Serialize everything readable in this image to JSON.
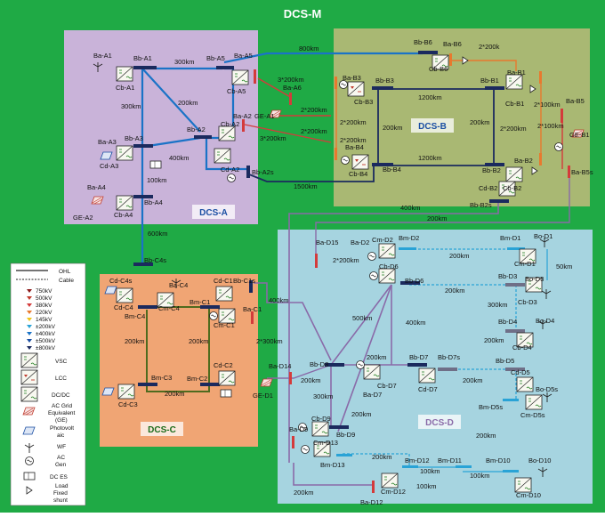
{
  "title": "DCS-M",
  "zones": {
    "a": "DCS-A",
    "b": "DCS-B",
    "c": "DCS-C",
    "d": "DCS-D"
  },
  "legend": {
    "ohl": "OHL",
    "cable": "Cable",
    "v750": "750kV",
    "v500": "500kV",
    "v380": "380kV",
    "v220": "220kV",
    "v145": "145kV",
    "p200": "±200kV",
    "p400": "±400kV",
    "p500": "±500kV",
    "p800": "±800kV",
    "vsc": "VSC",
    "lcc": "LCC",
    "dcdc": "DC/DC",
    "ac_grid_1": "AC Grid",
    "ac_grid_2": "Equivalent",
    "ac_grid_3": "(GE)",
    "pv_1": "Photovolt",
    "pv_2": "aic",
    "wf": "WF",
    "acgen_1": "AC",
    "acgen_2": "Gen",
    "dces": "DC ES",
    "load_1": "Load",
    "load_2": "Fixed",
    "load_3": "shunt"
  },
  "distances": {
    "a_300_top": "300km",
    "a_300_left": "300km",
    "a_200": "200km",
    "a_400": "400km",
    "a_100": "100km",
    "a_600": "600km",
    "m_800": "800km",
    "m_1500": "1500km",
    "m_400": "400km",
    "m_200": "200km",
    "m_400_cd": "400km",
    "m_3x200": "3*200km",
    "m_2x200_a": "2*200km",
    "m_2x200_b": "2*200km",
    "m_3x200_b": "3*200km",
    "b_1200_top": "1200km",
    "b_1200_bot": "1200km",
    "b_200_l": "200km",
    "b_200_r": "200km",
    "b_2x200_l1": "2*200km",
    "b_2x200_l2": "2*200km",
    "b_2x200_r": "2*200km",
    "b_2x200_top": "2*200k",
    "b_2x100_1": "2*100km",
    "b_2x100_2": "2*100km",
    "c_200_l": "200km",
    "c_200_r": "200km",
    "c_200_b": "200km",
    "c_2x300": "2*300km",
    "d_2x200": "2*200km",
    "d_200_1": "200km",
    "d_200_2": "200km",
    "d_200_3": "200km",
    "d_200_4": "200km",
    "d_200_5": "200km",
    "d_200_6": "200km",
    "d_200_7": "200km",
    "d_200_8": "200km",
    "d_200_9": "200km",
    "d_300_1": "300km",
    "d_300_2": "300km",
    "d_400": "400km",
    "d_500": "500km",
    "d_50": "50km",
    "d_100_1": "100km",
    "d_100_2": "100km",
    "d_100_3": "100km",
    "d_200_10": "200km"
  },
  "nodes": {
    "ba_a1": "Ba-A1",
    "bb_a1": "Bb-A1",
    "cb_a1": "Cb-A1",
    "bb_a5": "Bb-A5",
    "ba_a5": "Ba-A5",
    "cb_a5": "Cb-A5",
    "ba_a6": "Ba-A6",
    "ge_a1": "GE-A1",
    "ba_a2": "Ba-A2",
    "bb_a2": "Bb-A2",
    "cb_a2": "Cb-A2",
    "cd_a2": "Cd-A2",
    "bb_a2s": "Bb-A2s",
    "ba_a3": "Ba-A3",
    "bb_a3": "Bb-A3",
    "cd_a3": "Cd-A3",
    "ba_a4": "Ba-A4",
    "cb_a4": "Cb-A4",
    "bb_a4": "Bb-A4",
    "ge_a2": "GE-A2",
    "bb_c4s": "Bb-C4s",
    "bb_b6": "Bb-B6",
    "ba_b6": "Ba-B6",
    "cb_b6": "Cb-B6",
    "ba_b3": "Ba-B3",
    "bb_b3": "Bb-B3",
    "cb_b3": "Cb-B3",
    "ba_b4": "Ba-B4",
    "cb_b4": "Cb-B4",
    "bb_b4": "Bb-B4",
    "bb_b1": "Bb-B1",
    "ba_b1": "Ba-B1",
    "cb_b1": "Cb-B1",
    "ba_b5": "Ba-B5",
    "ge_b1": "GE-B1",
    "ba_b5s": "Ba-B5s",
    "bb_b2": "Bb-B2",
    "ba_b2": "Ba-B2",
    "cb_b2": "Cb-B2",
    "cd_b2": "Cd-B2",
    "bb_b2s": "Bb-B2s",
    "cd_c4s": "Cd-C4s",
    "cd_c4": "Cd-C4",
    "ba_c4": "Ba-C4",
    "cm_c4": "Cm-C4",
    "bm_c4": "Bm-C4",
    "cd_c1": "Cd-C1",
    "bb_c1s": "Bb-C1s",
    "bm_c1": "Bm-C1",
    "ba_c1": "Ba-C1",
    "cm_c1": "Cm-C1",
    "bm_c3": "Bm-C3",
    "cd_c3": "Cd-C3",
    "bm_c2": "Bm-C2",
    "cd_c2": "Cd-C2",
    "ba_d15": "Ba-D15",
    "ba_d2": "Ba-D2",
    "cm_d2": "Cm-D2",
    "bm_d2": "Bm-D2",
    "cb_d6": "Cb-D6",
    "bb_d6": "Bb-D6",
    "bm_d1": "Bm-D1",
    "bo_d1": "Bo-D1",
    "cm_d1": "Cm-D1",
    "bb_d3": "Bb-D3",
    "bo_d3": "Bo-D3",
    "cb_d3": "Cb-D3",
    "bb_d4": "Bb-D4",
    "bo_d4": "Bo-D4",
    "cb_d4": "Cb-D4",
    "bb_d5": "Bb-D5",
    "cd_d5": "Cd-D5",
    "ba_d14": "Ba-D14",
    "ge_d1": "GE-D1",
    "bb_d8": "Bb-D8",
    "cb_d7": "Cb-D7",
    "ba_d7": "Ba-D7",
    "bb_d7": "Bb-D7",
    "bb_d7s": "Bb-D7s",
    "cd_d7": "Cd-D7",
    "bm_d5s": "Bm-D5s",
    "cm_d5s": "Cm-D5s",
    "bo_d5s": "Bo-D5s",
    "cb_d9": "Cb-D9",
    "ba_d9": "Ba-D9",
    "bb_d9": "Bb-D9",
    "cm_d13": "Cm-D13",
    "bm_d13": "Bm-D13",
    "bm_d12": "Bm-D12",
    "bm_d11": "Bm-D11",
    "cm_d12": "Cm-D12",
    "ba_d12": "Ba-D12",
    "bm_d10": "Bm-D10",
    "bo_d10": "Bo-D10",
    "cm_d10": "Cm-D10"
  },
  "colors": {
    "dcs_m_bg": "#1faa45",
    "dcs_a_bg": "#c9b3d9",
    "dcs_b_bg": "#a9b873",
    "dcs_c_bg": "#f0a574",
    "dcs_d_bg": "#a6d4e0",
    "line_500kv": "#1a73c7",
    "line_navy": "#1b2a5e",
    "line_red": "#d43b3b",
    "line_orange": "#e8792e",
    "line_purple": "#8a6aa8",
    "line_olive": "#4f6b1e",
    "line_cyan": "#29a3d6",
    "line_gray": "#6f6f87",
    "label_blue": "#1b4fa3",
    "label_purple": "#8a6aa8",
    "label_green": "#1a6b1a"
  }
}
